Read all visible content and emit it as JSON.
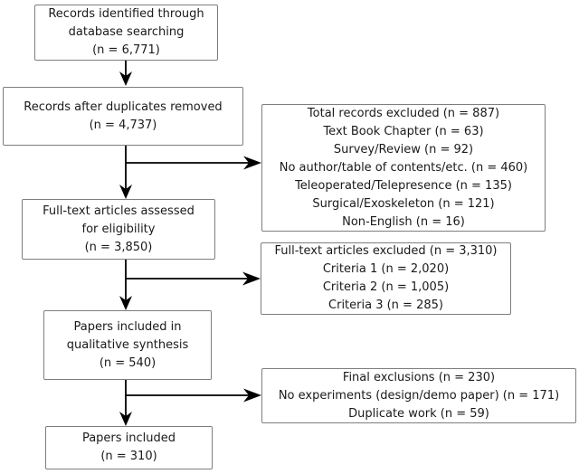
{
  "diagram": {
    "type": "prisma-flow-chart",
    "colors": {
      "background": "#ffffff",
      "box_border": "#7e7e7e",
      "text": "#1a1a1a",
      "arrow": "#000000"
    },
    "main_boxes": [
      {
        "id": "records-identified",
        "lines": [
          "Records identified through",
          "database searching",
          "(n = 6,771)"
        ]
      },
      {
        "id": "after-duplicates",
        "lines": [
          "Records after duplicates removed",
          "(n = 4,737)"
        ]
      },
      {
        "id": "fulltext-assessed",
        "lines": [
          "Full-text articles assessed",
          "for eligibility",
          "(n = 3,850)"
        ]
      },
      {
        "id": "qualitative-synthesis",
        "lines": [
          "Papers included in",
          "qualitative synthesis",
          "(n = 540)"
        ]
      },
      {
        "id": "papers-included",
        "lines": [
          "Papers included",
          "(n = 310)"
        ]
      }
    ],
    "exclusion_boxes": [
      {
        "id": "records-excluded",
        "lines": [
          "Total records excluded (n = 887)",
          "Text Book Chapter (n = 63)",
          "Survey/Review (n = 92)",
          "No author/table of contents/etc. (n = 460)",
          "Teleoperated/Telepresence (n = 135)",
          "Surgical/Exoskeleton (n = 121)",
          "Non-English (n = 16)"
        ]
      },
      {
        "id": "fulltext-excluded",
        "lines": [
          "Full-text articles excluded (n = 3,310)",
          "Criteria 1 (n = 2,020)",
          "Criteria 2 (n = 1,005)",
          "Criteria 3 (n = 285)"
        ]
      },
      {
        "id": "final-exclusions",
        "lines": [
          "Final exclusions (n = 230)",
          "No experiments (design/demo paper) (n = 171)",
          "Duplicate work (n = 59)"
        ]
      }
    ]
  }
}
